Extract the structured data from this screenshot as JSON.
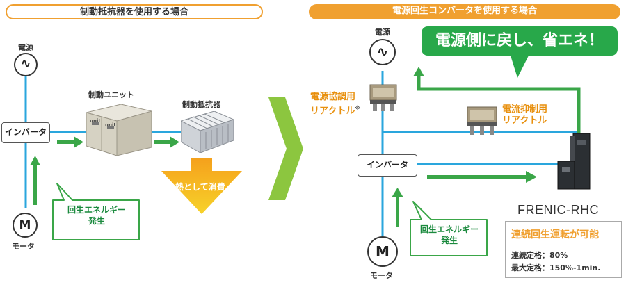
{
  "left": {
    "header": "制動抵抗器を使用する場合",
    "power_label": "電源",
    "inverter_label": "インバータ",
    "brake_unit_label": "制動ユニット",
    "brake_resistor_label": "制動抵抗器",
    "heat_label": "熱として消費",
    "regen_label": "回生エネルギー\n発生",
    "motor_symbol": "M",
    "motor_label": "モータ",
    "unit_text": "unit"
  },
  "right": {
    "header": "電源回生コンバータを使用する場合",
    "power_label": "電源",
    "banner": "電源側に戻し、省エネ！",
    "reactor1_label": "電源協調用\nリアクトル",
    "reactor1_note": "※",
    "reactor2_label": "電流抑制用\nリアクトル",
    "inverter_label": "インバータ",
    "regen_label": "回生エネルギー\n発生",
    "motor_symbol": "M",
    "motor_label": "モータ",
    "product_name": "FRENIC-RHC",
    "continuous_title": "連続回生運転が可能",
    "spec1": "連続定格：80%",
    "spec2": "最大定格：150%-1min."
  },
  "colors": {
    "wire_blue": "#2aa6dd",
    "arrow_green": "#3aa648",
    "accent_orange": "#f0a030",
    "banner_green": "#28a84a",
    "chevron_green": "#8cc63f"
  }
}
